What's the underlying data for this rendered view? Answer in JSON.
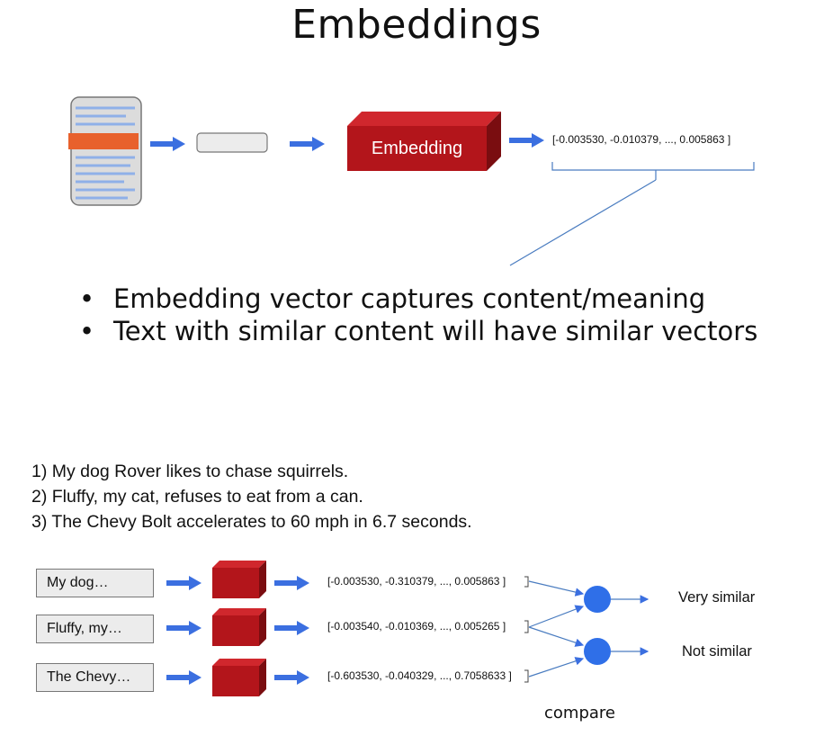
{
  "title": "Embeddings",
  "embedding_label": "Embedding",
  "top_vector": "[-0.003530, -0.010379, ..., 0.005863 ]",
  "bullets": [
    "Embedding vector captures content/meaning",
    "Text with similar content will have similar vectors"
  ],
  "bullet_symbol": "•",
  "sentences": [
    "1) My dog Rover likes to chase squirrels.",
    "2) Fluffy, my cat, refuses to eat from a can.",
    "3) The Chevy Bolt accelerates to 60 mph in 6.7 seconds."
  ],
  "inputs": [
    "My dog…",
    "Fluffy, my…",
    "The Chevy…"
  ],
  "vectors": [
    "[-0.003530, -0.310379, ..., 0.005863 ]",
    "[-0.003540, -0.010369, ..., 0.005265 ]",
    "[-0.603530, -0.040329, ..., 0.7058633 ]"
  ],
  "results": [
    "Very similar",
    "Not similar"
  ],
  "compare_label": "compare",
  "colors": {
    "arrow_blue": "#3b6fe0",
    "embedding_red": "#b3151b",
    "highlight_orange": "#e8612c",
    "doc_lines_blue": "#8fb0e8",
    "compare_node_blue": "#2f6fe8",
    "connector_blue": "#4a7cc0"
  }
}
